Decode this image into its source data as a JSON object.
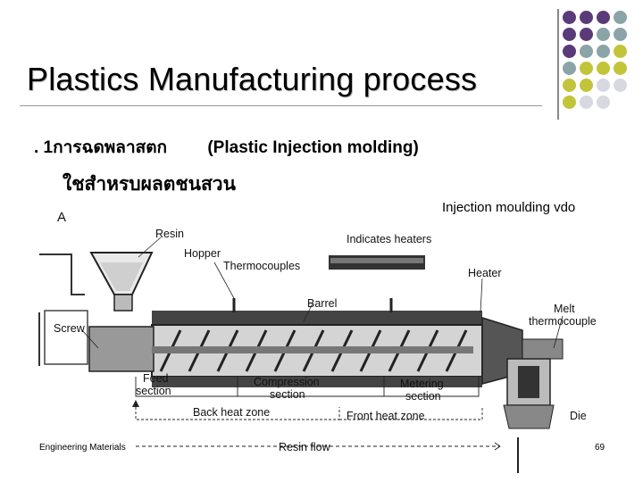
{
  "slide": {
    "title": "Plastics Manufacturing process",
    "bullet_prefix": ". 1การฉดพลาสตก",
    "bullet_english": "(Plastic Injection molding)",
    "thai_line": "ใชสำหรบผลตชนสวน",
    "link_text": "Injection moulding vdo",
    "footer_left": "Engineering Materials",
    "page_number": "69"
  },
  "decor": {
    "dot_colors": [
      "#5b3a7a",
      "#8aa4a8",
      "#c2c43a",
      "#d8d8e0"
    ]
  },
  "diagram": {
    "label_a": "A",
    "labels": {
      "resin": "Resin",
      "hopper": "Hopper",
      "thermocouples": "Thermocouples",
      "indicates_heaters": "Indicates heaters",
      "heater": "Heater",
      "barrel": "Barrel",
      "melt": "Melt",
      "thermocouple": "thermocouple",
      "screw": "Screw",
      "feed": "Feed",
      "feed_section": "section",
      "compression": "Compression",
      "compression_section": "section",
      "metering": "Metering",
      "metering_section": "section",
      "back_heat_zone": "Back heat zone",
      "front_heat_zone": "Front heat zone",
      "die": "Die",
      "resin_flow": "Resin flow"
    }
  }
}
